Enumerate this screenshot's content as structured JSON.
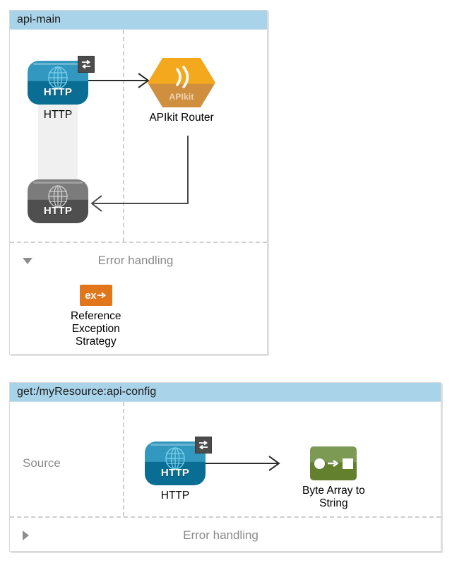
{
  "canvas": {
    "background": "#ffffff"
  },
  "theme": {
    "header_blue": "#a9d3e8",
    "panel_border": "#d7d7d7",
    "divider_gray": "#cfcfcf",
    "muted_text": "#8a8a8a",
    "http_blue": "#0a6d94",
    "http_gray": "#4f4f4f",
    "apikit_orange": "#f3a81e",
    "exception_orange": "#e2761b",
    "transformer_green": "#63802f",
    "connector_line": "#3a3a3a"
  },
  "flows": [
    {
      "id": "api-main",
      "title": "api-main",
      "source_lane_label": "",
      "nodes": [
        {
          "id": "http-listener",
          "icon": "http-connector-icon",
          "label": "HTTP",
          "badge": "exchange-badge-icon"
        },
        {
          "id": "apikit-router",
          "icon": "apikit-router-icon",
          "label": "APIkit Router",
          "badge": ""
        },
        {
          "id": "http-response",
          "icon": "http-response-icon",
          "label": "",
          "badge": ""
        }
      ],
      "error_handling": {
        "label": "Error handling",
        "expanded": true,
        "toggle_icon": "triangle-down-icon",
        "nodes": [
          {
            "id": "reference-exception-strategy",
            "icon": "exception-strategy-icon",
            "label": "Reference\nException\nStrategy"
          }
        ]
      }
    },
    {
      "id": "get-myresource-api-config",
      "title": "get:/myResource:api-config",
      "source_lane_label": "Source",
      "nodes": [
        {
          "id": "http-listener-2",
          "icon": "http-connector-icon",
          "label": "HTTP",
          "badge": "exchange-badge-icon"
        },
        {
          "id": "byte-array-to-string",
          "icon": "byte-array-to-string-icon",
          "label": "Byte Array to\nString",
          "badge": ""
        }
      ],
      "error_handling": {
        "label": "Error handling",
        "expanded": false,
        "toggle_icon": "triangle-right-icon",
        "nodes": []
      }
    }
  ],
  "icon_text": {
    "http": "HTTP",
    "apikit": "APIkit",
    "exception": "ex"
  }
}
